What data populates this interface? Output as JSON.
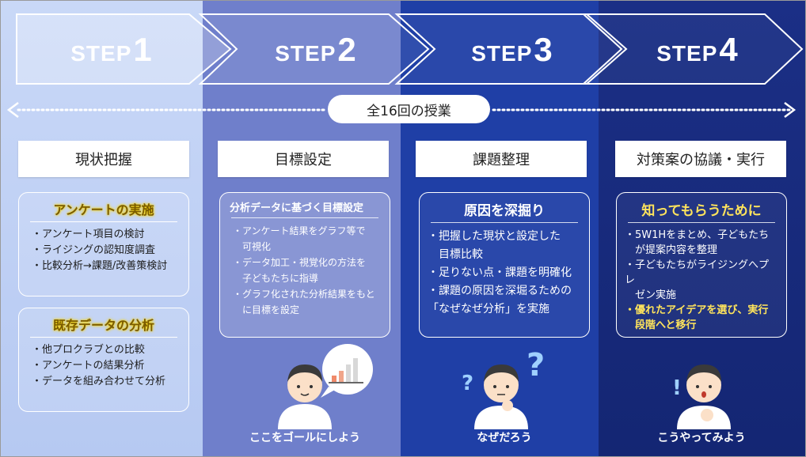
{
  "steps": [
    {
      "word": "STEP",
      "num": "1"
    },
    {
      "word": "STEP",
      "num": "2"
    },
    {
      "word": "STEP",
      "num": "3"
    },
    {
      "word": "STEP",
      "num": "4"
    }
  ],
  "timeline_label": "全16回の授業",
  "columns": [
    {
      "heading": "現状把握",
      "boxes": [
        {
          "title": "アンケートの実施",
          "items": [
            "・アンケート項目の検討",
            "・ライジングの認知度調査",
            "・比較分析→課題/改善策検討"
          ]
        },
        {
          "title": "既存データの分析",
          "items": [
            "・他プロクラブとの比較",
            "・アンケートの結果分析",
            "・データを組み合わせて分析"
          ]
        }
      ]
    },
    {
      "heading": "目標設定",
      "boxes": [
        {
          "title": "分析データに基づく目標設定",
          "items": [
            "・アンケート結果をグラフ等で",
            "　可視化",
            "・データ加工・視覚化の方法を",
            "　子どもたちに指導",
            "・グラフ化された分析結果をもと",
            "　に目標を設定"
          ]
        }
      ],
      "caption": "ここをゴールにしよう"
    },
    {
      "heading": "課題整理",
      "boxes": [
        {
          "title": "原因を深掘り",
          "items": [
            "・把握した現状と設定した",
            "　目標比較",
            "・足りない点・課題を明確化",
            "・課題の原因を深堀るための",
            "「なぜなぜ分析」を実施"
          ]
        }
      ],
      "caption": "なぜだろう"
    },
    {
      "heading": "対策案の協議・実行",
      "boxes": [
        {
          "title": "知ってもらうために",
          "items": [
            "・5W1Hをまとめ、子どもたち",
            "　が提案内容を整理",
            "・子どもたちがライジングへプレ",
            "　ゼン実施"
          ],
          "highlight_items": [
            "・優れたアイデアを選び、実行",
            "　段階へと移行"
          ]
        }
      ],
      "caption": "こうやってみよう"
    }
  ],
  "colors": {
    "step1_bg": "#c1d2f5",
    "step2_bg": "#6f7fcb",
    "step3_bg": "#1f3fa6",
    "step4_bg": "#17297a",
    "highlight": "#ffe45c"
  },
  "icons": [
    "question-mark-icon",
    "exclamation-icon",
    "bar-chart-bubble-icon",
    "person-icon"
  ]
}
